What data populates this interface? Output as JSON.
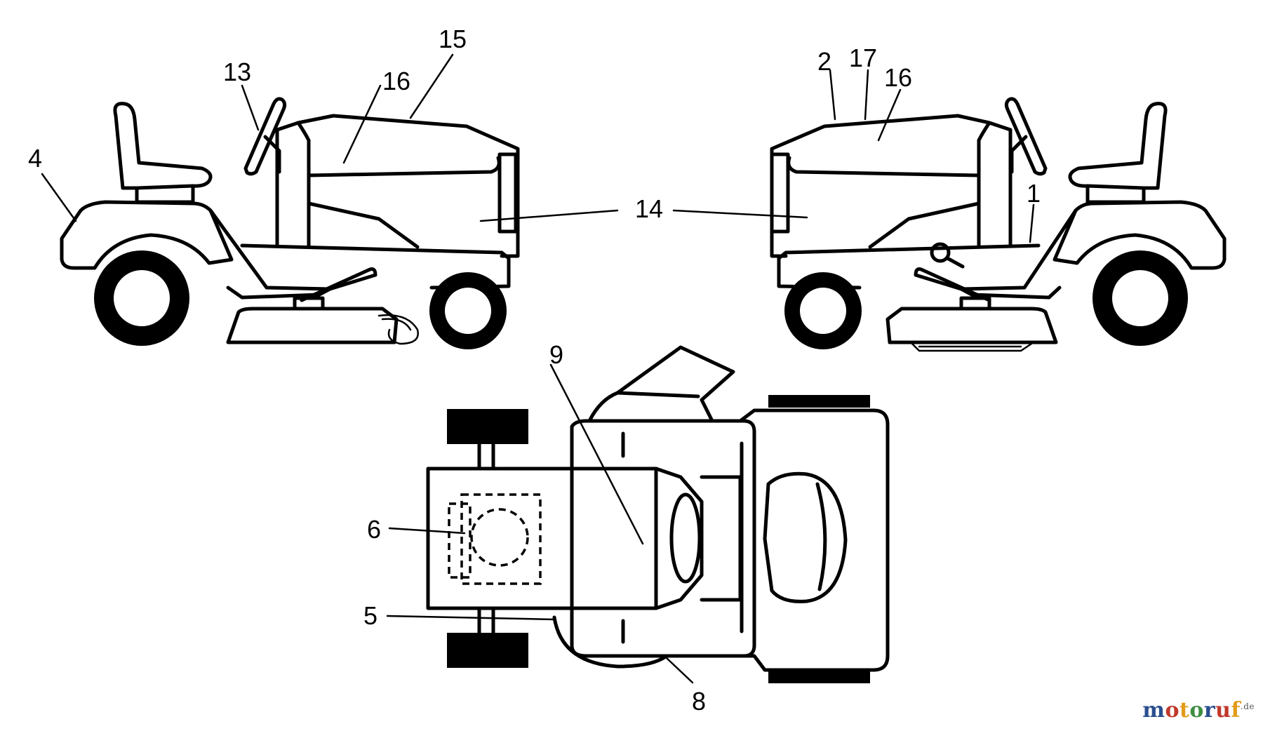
{
  "callouts": {
    "c1": "1",
    "c2": "2",
    "c4": "4",
    "c5": "5",
    "c6": "6",
    "c8": "8",
    "c9": "9",
    "c13": "13",
    "c14": "14",
    "c15": "15",
    "c16a": "16",
    "c16b": "16",
    "c17": "17"
  },
  "watermark": {
    "brand_letters": [
      "m",
      "o",
      "t",
      "o",
      "r",
      "u",
      "f"
    ],
    "brand_colors": [
      "#2a4e8f",
      "#c0392b",
      "#e39b17",
      "#3e8e41",
      "#2a4e8f",
      "#c0392b",
      "#e39b17"
    ],
    "tld": ".de"
  }
}
